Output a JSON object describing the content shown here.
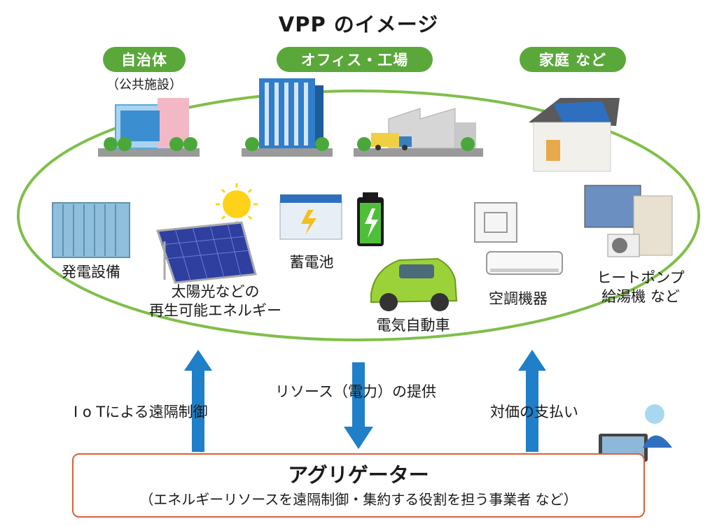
{
  "title": "VPP のイメージ",
  "categories": {
    "municipality": "自治体",
    "municipality_sub": "（公共施設）",
    "office": "オフィス・工場",
    "home": "家庭 など"
  },
  "resources": {
    "generator": "発電設備",
    "renewable_line1": "太陽光などの",
    "renewable_line2": "再生可能エネルギー",
    "battery": "蓄電池",
    "ev": "電気自動車",
    "aircon": "空調機器",
    "heatpump_line1": "ヒートポンプ",
    "heatpump_line2": "給湯機 など"
  },
  "flows": {
    "iot_control": "I o Tによる遠隔制御",
    "resource_supply": "リソース（電力）の提供",
    "payment": "対価の支払い"
  },
  "aggregator": {
    "title": "アグリゲーター",
    "description": "（エネルギーリソースを遠隔制御・集約する役割を担う事業者 など）"
  },
  "colors": {
    "green_pill": "#5aa83a",
    "ellipse": "#7fbf4a",
    "arrow": "#1f7fc8",
    "box_border": "#d8603b"
  }
}
